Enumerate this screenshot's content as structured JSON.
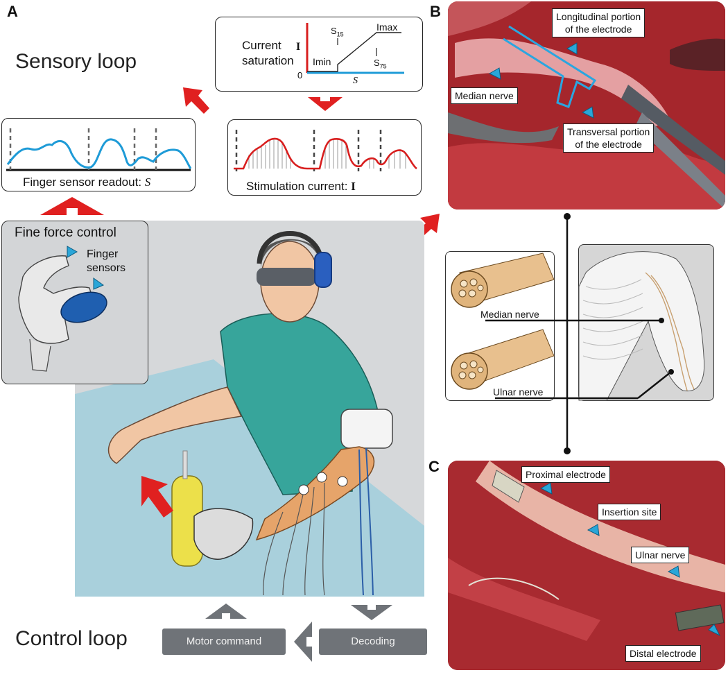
{
  "panels": {
    "a": "A",
    "b": "B",
    "c": "C"
  },
  "sensory_loop": {
    "title": "Sensory loop",
    "current_saturation": {
      "title_line1": "Current",
      "title_line2": "saturation",
      "y_symbol": "I",
      "zero": "0",
      "x_symbol": "S",
      "s15": "S",
      "s15_sub": "15",
      "s75": "S",
      "s75_sub": "75",
      "imin": "Imin",
      "imax": "Imax"
    },
    "finger_readout": {
      "label": "Finger sensor readout: ",
      "symbol": "S"
    },
    "stimulation": {
      "label": "Stimulation current: ",
      "symbol": "I"
    },
    "fine_force": {
      "title": "Fine force control",
      "sensors_line1": "Finger",
      "sensors_line2": "sensors"
    }
  },
  "control_loop": {
    "title": "Control loop",
    "motor_command": "Motor command",
    "decoding": "Decoding"
  },
  "panel_b": {
    "longitudinal_line1": "Longitudinal portion",
    "longitudinal_line2": "of the electrode",
    "median_nerve": "Median nerve",
    "transversal_line1": "Transversal portion",
    "transversal_line2": "of the electrode"
  },
  "nerve_diagram": {
    "median": "Median nerve",
    "ulnar": "Ulnar nerve"
  },
  "panel_c": {
    "proximal": "Proximal electrode",
    "insertion": "Insertion site",
    "ulnar": "Ulnar nerve",
    "distal": "Distal electrode"
  },
  "colors": {
    "arrow_red": "#e02020",
    "marker_blue": "#2aa6d8",
    "readout_blue": "#1e9bd7",
    "stim_red": "#d81e1e",
    "button_gray": "#6f7378"
  }
}
